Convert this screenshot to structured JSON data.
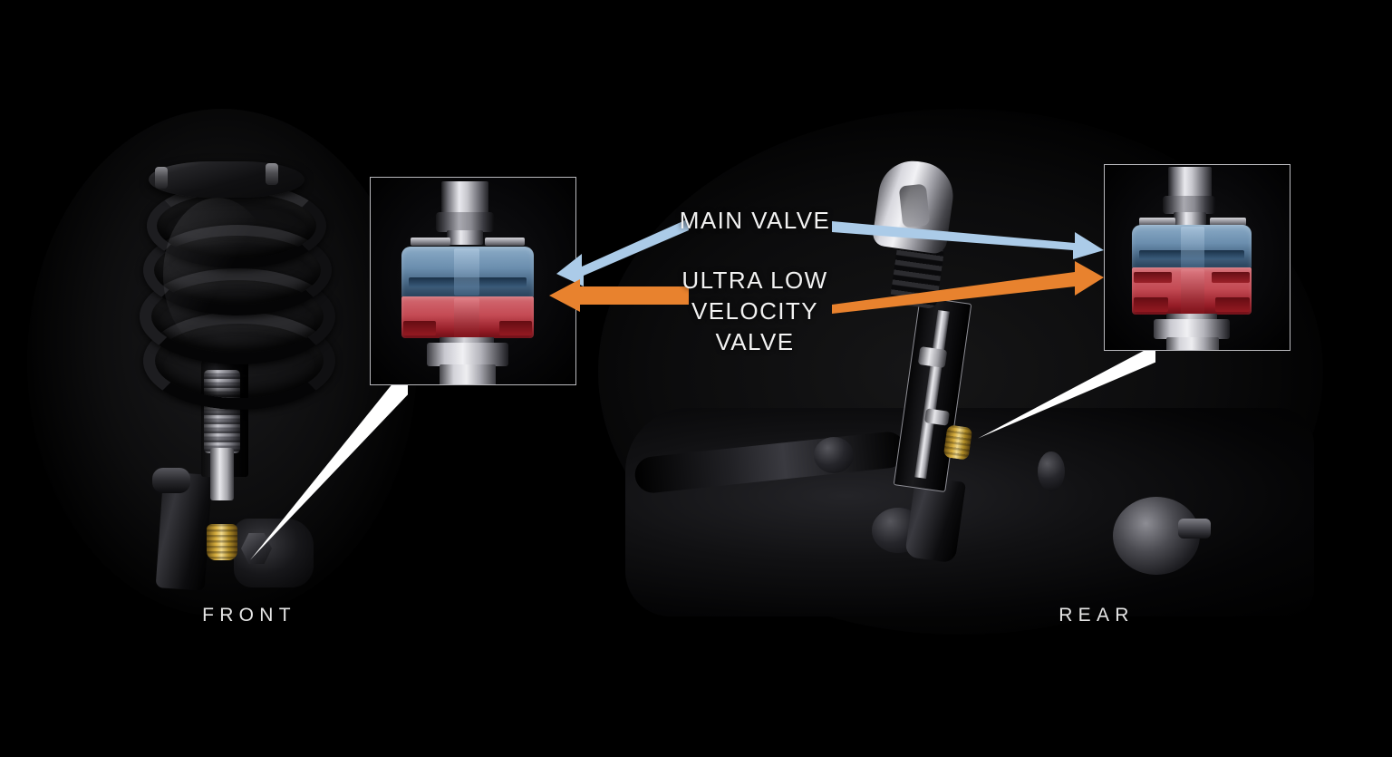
{
  "figure": {
    "background_color": "#000000",
    "callouts": [
      {
        "id": "main-valve",
        "text": "MAIN VALVE",
        "color": "#ABCBE8",
        "points_to": [
          "front-inset-main-valve",
          "rear-inset-main-valve"
        ]
      },
      {
        "id": "ultra-low-velocity-valve",
        "text_lines": [
          "ULTRA LOW",
          "VELOCITY",
          "VALVE"
        ],
        "line1": "ULTRA LOW",
        "line2": "VELOCITY",
        "line3": "VALVE",
        "color": "#E8822E",
        "points_to": [
          "front-inset-ulv-valve",
          "rear-inset-ulv-valve"
        ]
      }
    ],
    "captions": {
      "front": "FRONT",
      "rear": "REAR"
    },
    "colors": {
      "main_valve_blue": "#ABCBE8",
      "ultra_low_velocity_orange": "#E8822E",
      "valve_body_blue": "#6E92B8",
      "valve_body_red": "#C84B55",
      "leader_line_white": "#FFFFFF",
      "inset_border": "#B9B9BD",
      "label_text": "#F2F2F2",
      "caption_text": "#E6E6E6"
    },
    "panels": [
      {
        "id": "front-assembly",
        "caption": "FRONT",
        "component": "front-strut-assembly",
        "inset_id": "front-inset"
      },
      {
        "id": "rear-assembly",
        "caption": "REAR",
        "component": "rear-shock-assembly",
        "inset_id": "rear-inset"
      }
    ],
    "insets": [
      {
        "id": "front-inset",
        "shows": "damper-valve-cutaway",
        "upper_section": "main-valve",
        "lower_section": "ultra-low-velocity-valve"
      },
      {
        "id": "rear-inset",
        "shows": "damper-valve-cutaway",
        "upper_section": "main-valve",
        "lower_section": "ultra-low-velocity-valve"
      }
    ],
    "icons": {
      "arrow_left_blue": "arrow-left-icon",
      "arrow_left_orange": "arrow-left-icon",
      "arrow_right_blue": "arrow-right-icon",
      "arrow_right_orange": "arrow-right-icon"
    }
  }
}
